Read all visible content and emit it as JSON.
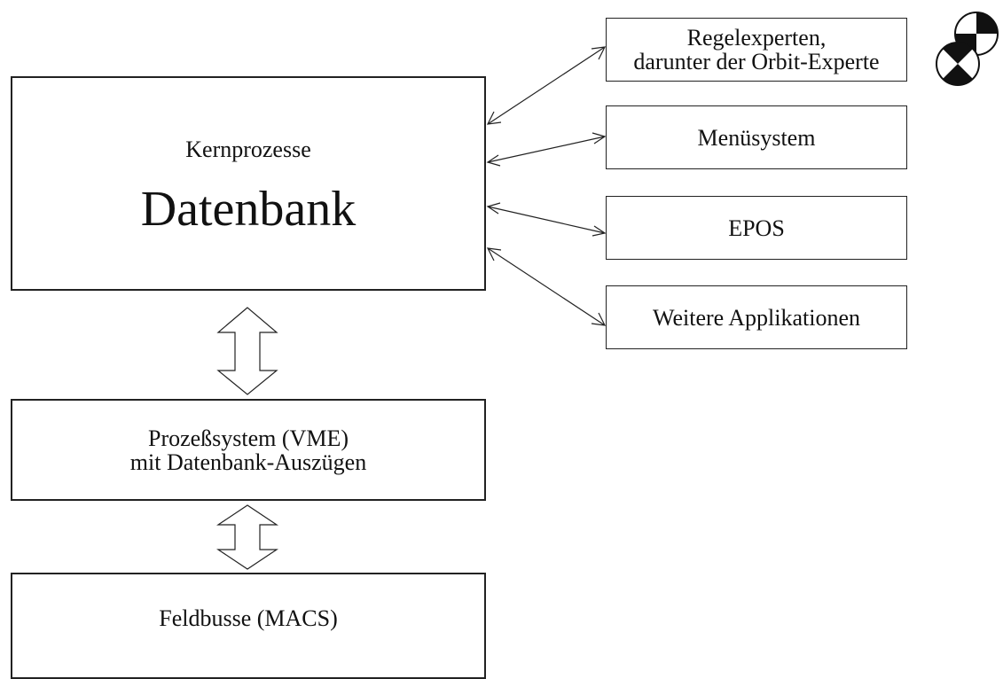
{
  "core": {
    "title": "Kernprozesse",
    "name": "Datenbank"
  },
  "apps": [
    {
      "line1": "Regelexperten,",
      "line2": "darunter der Orbit-Experte"
    },
    {
      "line1": "Menüsystem"
    },
    {
      "line1": "EPOS"
    },
    {
      "line1": "Weitere Applikationen"
    }
  ],
  "process": {
    "line1": "Prozeßsystem (VME)",
    "line2": "mit Datenbank-Auszügen"
  },
  "field": {
    "line1": "Feldbusse (MACS)"
  },
  "colors": {
    "line": "#222222",
    "background": "#ffffff"
  },
  "logo": {
    "icon": "checkered-circles-logo"
  }
}
